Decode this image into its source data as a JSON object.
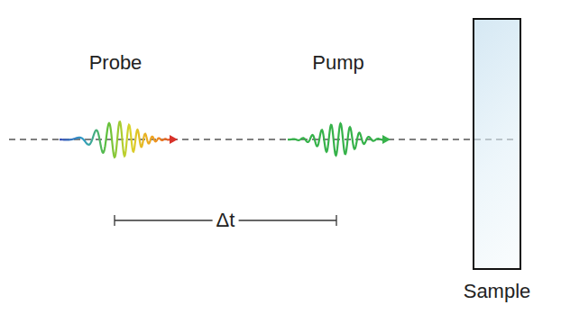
{
  "diagram": {
    "nodes": [
      {
        "text": [
          "Sample"
        ]
      }
    ],
    "labels": [
      "Probe",
      "Pump",
      "Δt"
    ]
  }
}
